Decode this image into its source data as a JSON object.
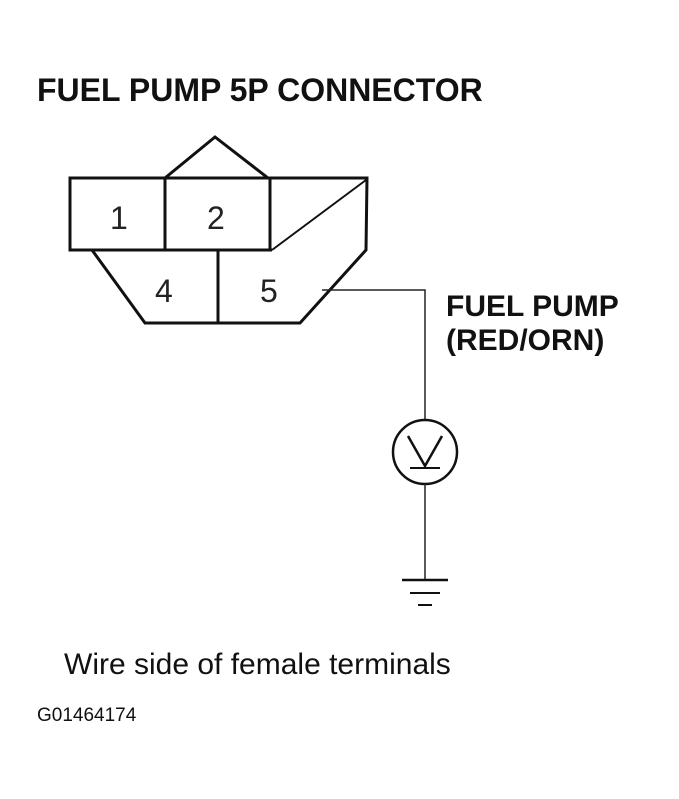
{
  "title": "FUEL PUMP 5P CONNECTOR",
  "connector": {
    "pins": [
      "1",
      "2",
      "4",
      "5"
    ]
  },
  "wire": {
    "label_line1": "FUEL PUMP",
    "label_line2": "(RED/ORN)"
  },
  "meter_symbol": "V",
  "caption": "Wire side of female terminals",
  "figure_id": "G01464174"
}
